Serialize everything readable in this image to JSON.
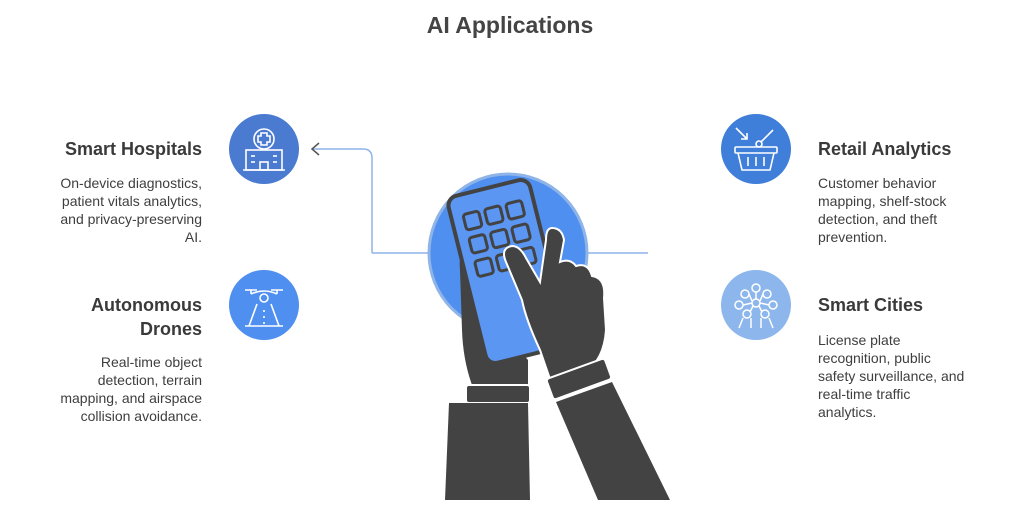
{
  "title": "AI Applications",
  "colors": {
    "hospitals": "#4a7bd1",
    "drones": "#4f8ff0",
    "retail": "#3f7ed9",
    "cities": "#8db7ec",
    "center_circle": "#4f8ff0",
    "hands": "#434343",
    "device": "#5a96f2",
    "connector": "#8fb4e8"
  },
  "items": [
    {
      "heading": "Smart Hospitals",
      "description_lines": [
        "On-device diagnostics,",
        "patient vitals analytics,",
        "and privacy-preserving",
        "AI."
      ],
      "icon": "hospital-icon"
    },
    {
      "heading_lines": [
        "Autonomous",
        "Drones"
      ],
      "description_lines": [
        "Real-time object",
        "detection, terrain",
        "mapping, and airspace",
        "collision avoidance."
      ],
      "icon": "drone-icon"
    },
    {
      "heading": "Retail Analytics",
      "description_lines": [
        "Customer behavior",
        "mapping, shelf-stock",
        "detection, and theft",
        "prevention."
      ],
      "icon": "shopping-basket-icon"
    },
    {
      "heading": "Smart Cities",
      "description_lines": [
        "License plate",
        "recognition, public",
        "safety surveillance, and",
        "real-time traffic",
        "analytics."
      ],
      "icon": "city-network-icon"
    }
  ],
  "center_icon": "hands-holding-device-icon"
}
